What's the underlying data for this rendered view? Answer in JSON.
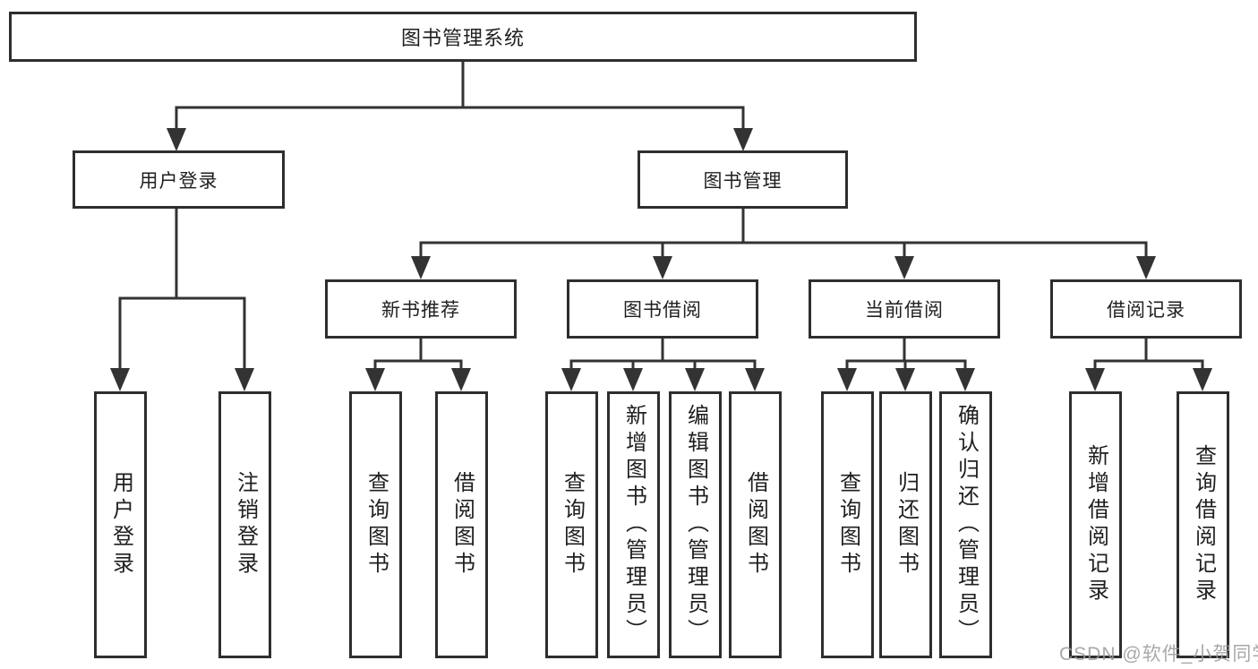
{
  "diagram": {
    "root": {
      "label": "图书管理系统"
    },
    "branches": [
      {
        "label": "用户登录",
        "children": [
          {
            "label": "用户登录"
          },
          {
            "label": "注销登录"
          }
        ]
      },
      {
        "label": "图书管理",
        "children": [
          {
            "label": "新书推荐",
            "children": [
              {
                "label": "查询图书"
              },
              {
                "label": "借阅图书"
              }
            ]
          },
          {
            "label": "图书借阅",
            "children": [
              {
                "label": "查询图书"
              },
              {
                "label": "新增图书（管理员）"
              },
              {
                "label": "编辑图书（管理员）"
              },
              {
                "label": "借阅图书"
              }
            ]
          },
          {
            "label": "当前借阅",
            "children": [
              {
                "label": "查询图书"
              },
              {
                "label": "归还图书"
              },
              {
                "label": "确认归还（管理员）"
              }
            ]
          },
          {
            "label": "借阅记录",
            "children": [
              {
                "label": "新增借阅记录"
              },
              {
                "label": "查询借阅记录"
              }
            ]
          }
        ]
      }
    ]
  },
  "watermark": {
    "text": "CSDN @软件_小贺同学"
  },
  "colors": {
    "background": "#ffffff",
    "box_border": "#2e2e2e",
    "line": "#333333",
    "text": "#1f1f1f",
    "watermark": "#999999"
  }
}
